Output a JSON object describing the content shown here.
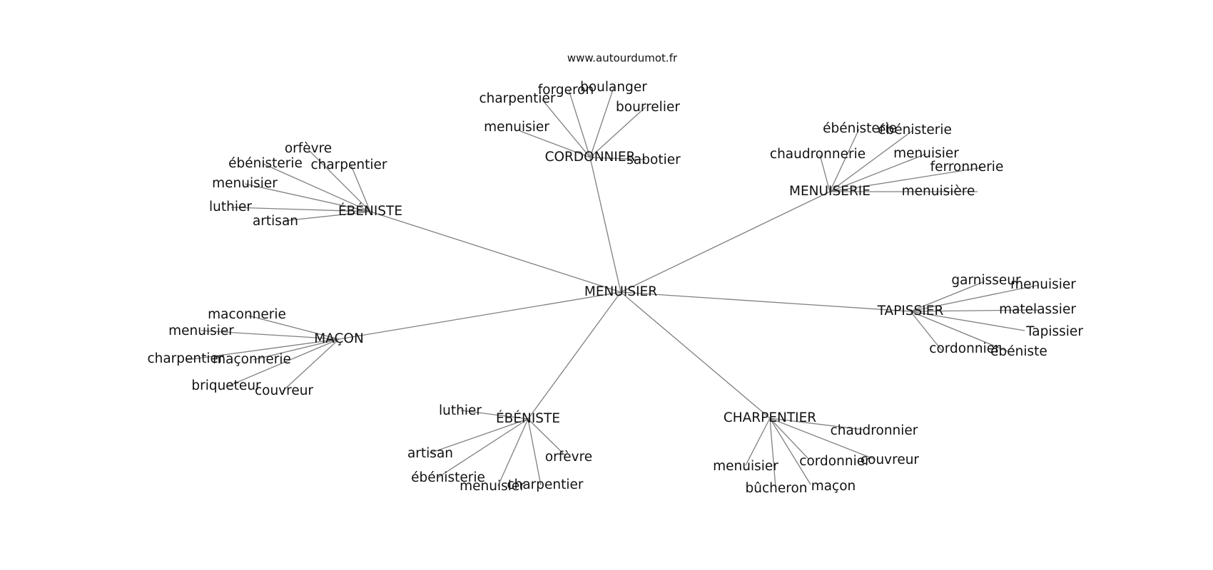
{
  "source_credit": "www.autourdumot.fr",
  "center": {
    "id": "center",
    "label": "MENUISIER"
  },
  "hubs": [
    {
      "id": "cordonnier",
      "label": "CORDONNIER",
      "leaves": [
        "charpentier",
        "forgeron",
        "boulanger",
        "bourrelier",
        "menuisier",
        "sabotier"
      ]
    },
    {
      "id": "ebeniste-top",
      "label": "ÉBÉNISTE",
      "leaves": [
        "orfèvre",
        "ébénisterie",
        "charpentier",
        "menuisier",
        "luthier",
        "artisan"
      ]
    },
    {
      "id": "menuiserie",
      "label": "MENUISERIE",
      "leaves": [
        "ébénisterie",
        "ébénisterie",
        "chaudronnerie",
        "menuisier",
        "ferronnerie",
        "menuisière"
      ]
    },
    {
      "id": "tapissier",
      "label": "TAPISSIER",
      "leaves": [
        "garnisseur",
        "menuisier",
        "matelassier",
        "Tapissier",
        "cordonnier",
        "ébéniste"
      ]
    },
    {
      "id": "macon",
      "label": "MAÇON",
      "leaves": [
        "maconnerie",
        "menuisier",
        "charpentier",
        "maçonnerie",
        "briqueteur",
        "couvreur"
      ]
    },
    {
      "id": "ebeniste-bottom",
      "label": "ÉBÉNISTE",
      "leaves": [
        "luthier",
        "artisan",
        "ébénisterie",
        "menuisier",
        "charpentier",
        "orfèvre"
      ]
    },
    {
      "id": "charpentier",
      "label": "CHARPENTIER",
      "leaves": [
        "chaudronnier",
        "menuisier",
        "cordonnier",
        "couvreur",
        "bûcheron",
        "maçon"
      ]
    }
  ]
}
